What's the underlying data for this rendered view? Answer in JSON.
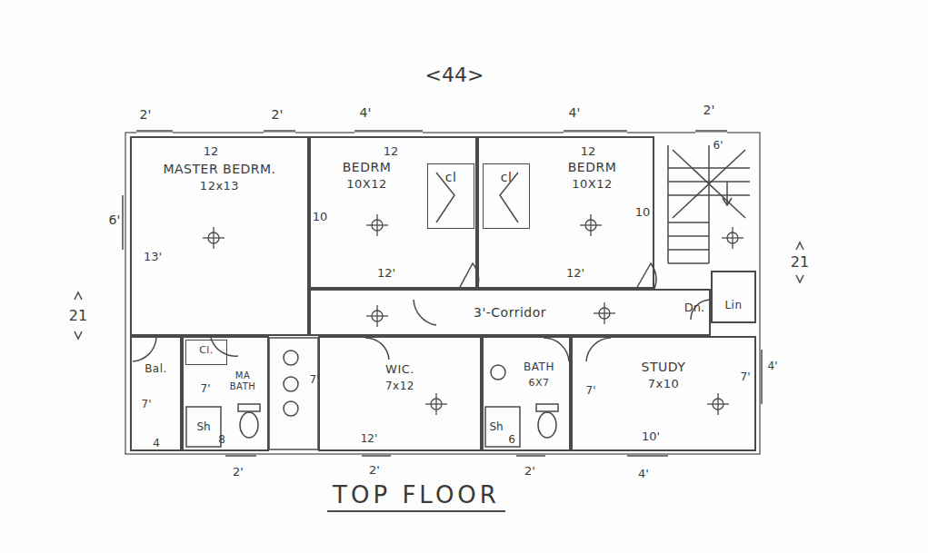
{
  "diagram": {
    "caption": "TOP FLOOR",
    "nodes": [
      {
        "text": [
          "MASTER BEDRM.",
          "12x13"
        ]
      },
      {
        "text": [
          "BEDRM",
          "10X12"
        ]
      },
      {
        "text": [
          "cl"
        ],
        "in": 1
      },
      {
        "text": [
          "BEDRM",
          "10X12"
        ]
      },
      {
        "text": [
          "cl"
        ],
        "in": 3
      },
      {
        "text": [
          "Lin"
        ]
      },
      {
        "text": [
          "3'-Corridor"
        ]
      },
      {
        "text": [
          "Bal."
        ]
      },
      {
        "text": [
          "MA BATH"
        ]
      },
      {
        "text": [
          "Cl."
        ],
        "in": 8
      },
      {
        "text": [
          "WIC.",
          "7x12"
        ]
      },
      {
        "text": [
          "BATH",
          "6X7"
        ]
      },
      {
        "text": [
          "STUDY",
          "7x10"
        ]
      }
    ],
    "labels": [
      "<44>",
      "2'",
      "2'",
      "4'",
      "4'",
      "2'",
      "12",
      "12",
      "12",
      "6'",
      "6'",
      "13'",
      "10",
      "12'",
      "10",
      "12'",
      "Dn.",
      "21",
      "21",
      "7'",
      "4",
      "7'",
      "Sh",
      "8",
      "7'",
      "12'",
      "Sh",
      "6",
      "7'",
      "10'",
      "7'",
      "4'",
      "2'",
      "2'",
      "2'",
      "4'"
    ]
  }
}
